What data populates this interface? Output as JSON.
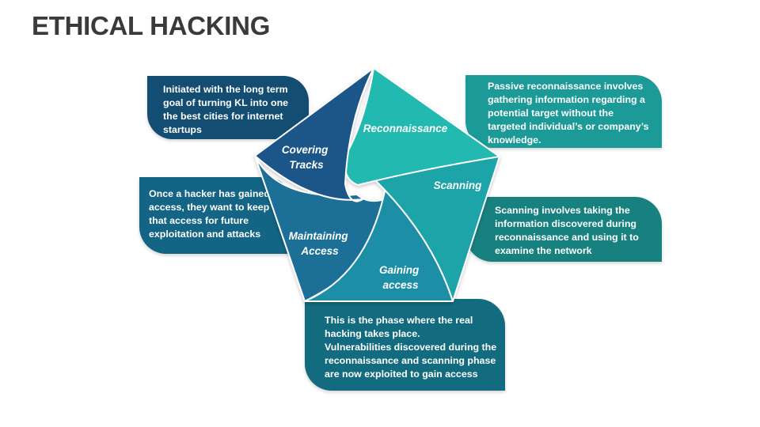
{
  "title": "ETHICAL HACKING",
  "colors": {
    "reconnaissance": "#21b9b0",
    "scanning": "#1aa4a8",
    "gaining": "#1a8fa6",
    "maintaining": "#1a6f97",
    "covering": "#1a5688",
    "title": "#3a3a3a"
  },
  "segments": [
    {
      "label_line1": "Reconnaissance",
      "label_line2": "",
      "description": "Passive reconnaissance involves\ngathering information regarding a\npotential target without the\ntargeted individual’s or company’s\nknowledge."
    },
    {
      "label_line1": "Scanning",
      "label_line2": "",
      "description": "Scanning involves taking the\ninformation discovered during\nreconnaissance and using it to\nexamine the network"
    },
    {
      "label_line1": "Gaining",
      "label_line2": "access",
      "description": "This is the phase where the real\nhacking takes place.\nVulnerabilities discovered during the\nreconnaissance and scanning phase\nare now exploited to gain access"
    },
    {
      "label_line1": "Maintaining",
      "label_line2": "Access",
      "description": "Once a hacker has gained\naccess, they want to keep\nthat access for future\nexploitation and attacks"
    },
    {
      "label_line1": "Covering",
      "label_line2": "Tracks",
      "description": "Initiated with the long term\ngoal of turning KL into one\nthe best cities for internet\nstartups"
    }
  ]
}
